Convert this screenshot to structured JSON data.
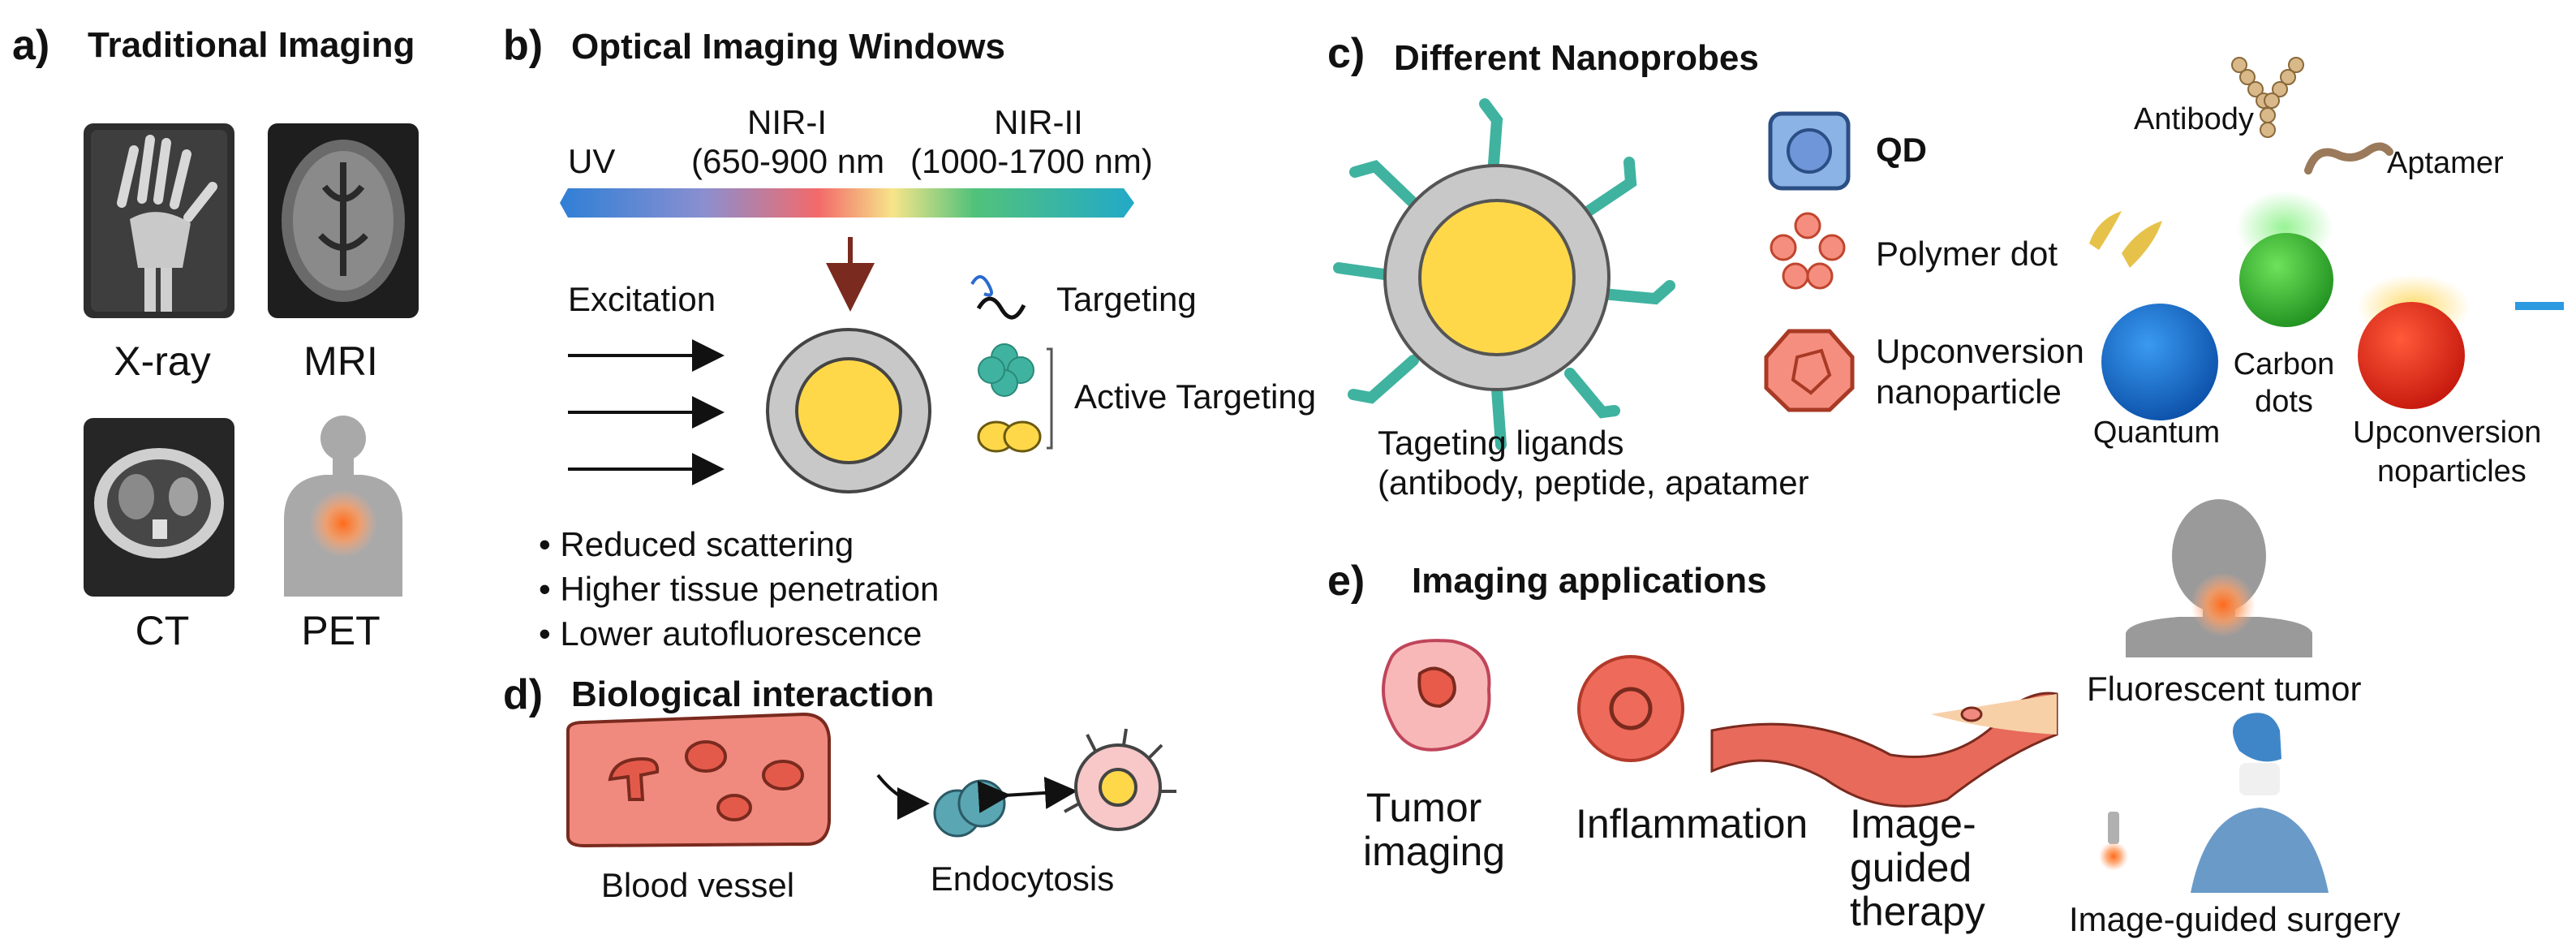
{
  "colors": {
    "tissue": "#f08a7e",
    "probe_core": "#ffd84a",
    "probe_shell": "#c8c8c8",
    "ligand": "#3fb3a0",
    "qd": "#8bb3e6",
    "arrow": "#7a2a1e"
  },
  "panel_a": {
    "letter": "a)",
    "title": "Traditional Imaging",
    "items": [
      "X-ray",
      "MRI",
      "CT",
      "PET"
    ]
  },
  "panel_b": {
    "letter": "b)",
    "title": "Optical Imaging Windows",
    "spectrum": {
      "uv": "UV",
      "nir1": "NIR-I",
      "nir1_range": "(650-900 nm",
      "nir2": "NIR-II",
      "nir2_range": "(1000-1700 nm)"
    },
    "excitation": "Excitation",
    "targeting": "Targeting",
    "active_targeting": "Active Targeting",
    "bullets": [
      "Reduced scattering",
      "Higher tissue penetration",
      "Lower autofluorescence"
    ]
  },
  "panel_c": {
    "letter": "c)",
    "title": "Different Nanoprobes",
    "ligands_caption": [
      "Tageting ligands",
      "(antibody, peptide, apatamer"
    ],
    "types": [
      "QD",
      "Polymer dot",
      "Upconversion",
      "nanoparticle"
    ],
    "antibody": "Antibody",
    "aptamer": "Aptamer",
    "quantum": "Quantum",
    "carbon": [
      "Carbon",
      "dots"
    ],
    "upconv": [
      "Upconversion",
      "noparticles"
    ]
  },
  "panel_d": {
    "letter": "d)",
    "title": "Biological interaction",
    "blood_vessel": "Blood vessel",
    "endocytosis": "Endocytosis"
  },
  "panel_e": {
    "letter": "e)",
    "title": "Imaging applications",
    "tumor": [
      "Tumor",
      "imaging"
    ],
    "inflammation": "Inflammation",
    "therapy": [
      "Image-",
      "guided",
      "therapy"
    ],
    "fluorescent_tumor": "Fluorescent tumor",
    "surgery": "Image-guided surgery"
  }
}
